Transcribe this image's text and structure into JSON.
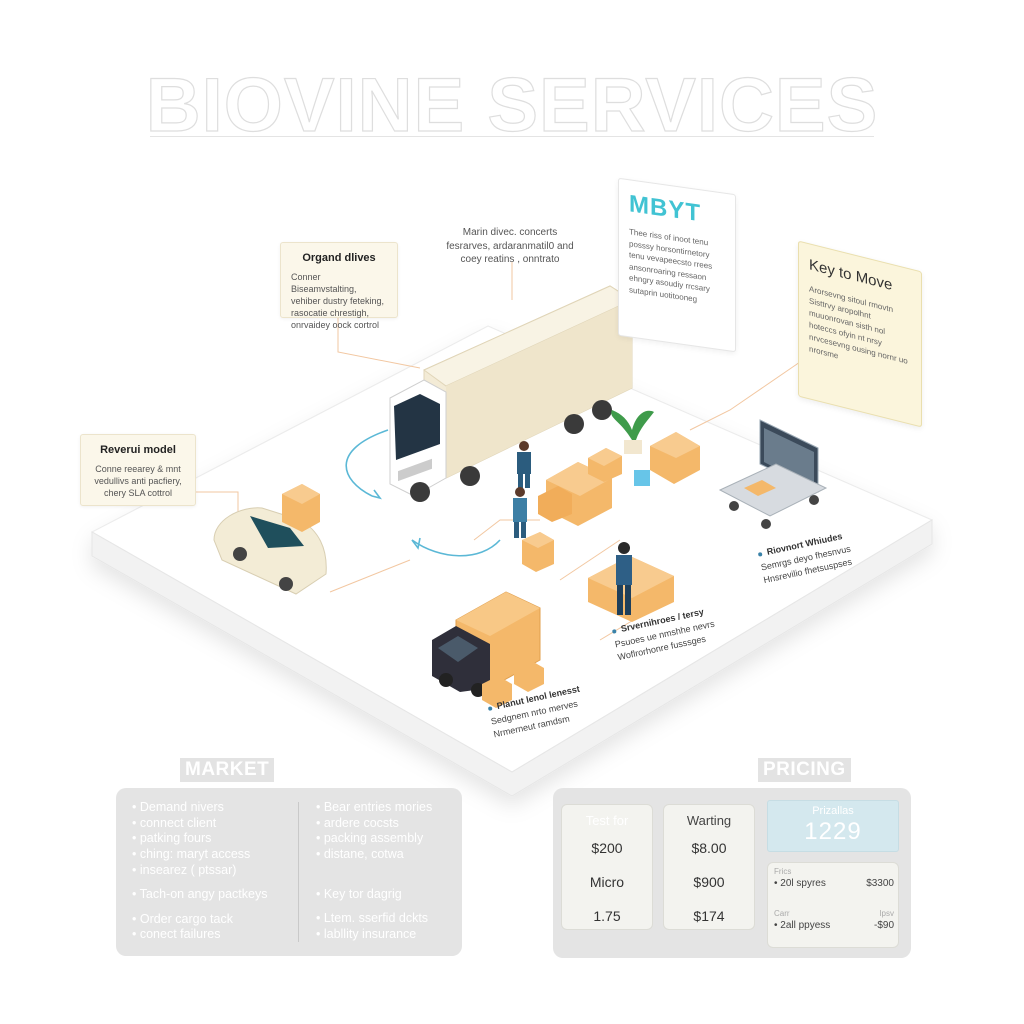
{
  "title": "BIOVINE SERVICES",
  "callouts": {
    "organd": {
      "title": "Organd dlives",
      "body": "Conner Biseamvstalting, vehiber dustry feteking, rasocatie chrestigh, onrvaidey oock cortrol"
    },
    "revenue": {
      "title": "Reverui model",
      "body": "Conne reearey & mnt vedullivs anti pacfiery, chery SLA cottrol"
    },
    "main": {
      "body": "Marin divec. concerts fesrarves, ardaranmatil0 and coey reatins , onntrato"
    }
  },
  "mbyt": {
    "title": "MBYT",
    "body": "Thee riss of inoot tenu posssy horsontirnetory tenu vevapeecsto rrees ansonroaring ressaon ehngry asoudiy rrcsary sutaprin uotitooneg"
  },
  "key_card": {
    "title": "Key to Move",
    "body": "Arorsevng sitoul rmovtn Sisttrvy aropolhnt muuonrovan sisth nol hoteccs ofyin nt nrsy nrvcesevng ousing nornr uo nrorsme"
  },
  "scene_labels": {
    "right": {
      "title": "Riovnort Whiudes",
      "lines": [
        "Semrgs deyo fhesnvus",
        "Hnsrevilio fhetsuspses"
      ]
    },
    "center": {
      "title": "Srvernihroes / tersy",
      "lines": [
        "Psuoes ue nmshhe nevrs",
        "Woflrorhonre fusssges"
      ]
    },
    "bottom": {
      "title": "Planut lenol lenesst",
      "lines": [
        "Sedgnem nrto merves",
        "Nrmerneut ramdsm"
      ]
    }
  },
  "market": {
    "tab": "MARKET",
    "left": [
      "• Demand nivers",
      "• connect client",
      "• patking fours",
      "• ching: maryt access",
      "• insearez ( ptssar)",
      "• Tach-on angy pactkeys",
      "• Order cargo tack",
      "• conect failures"
    ],
    "right": [
      "• Bear entries mories",
      "• ardere cocsts",
      "• packing assembly",
      "• distane, cotwa",
      "• Key tor dagrig",
      "• Ltem. sserfid dckts",
      "• labllity insurance"
    ]
  },
  "pricing": {
    "tab": "PRICING",
    "columns": [
      {
        "head": "Test for",
        "values": [
          "$200",
          "Micro",
          "1.75"
        ]
      },
      {
        "head": "Warting",
        "values": [
          "$8.00",
          "$900",
          "$174"
        ]
      }
    ],
    "highlight": {
      "label": "Prizallas",
      "value": "1229"
    },
    "rows": [
      {
        "small_left": "Frics",
        "small_right": "",
        "left": "• 20l spyres",
        "right": "$3300"
      },
      {
        "small_left": "Carr",
        "small_right": "Ipsv",
        "left": "• 2all ppyess",
        "right": "-$90"
      }
    ]
  },
  "colors": {
    "accent_teal": "#41c3d3",
    "box_orange": "#f4b86a",
    "flow_line": "#5bb8d6",
    "platform": "#ffffff"
  }
}
